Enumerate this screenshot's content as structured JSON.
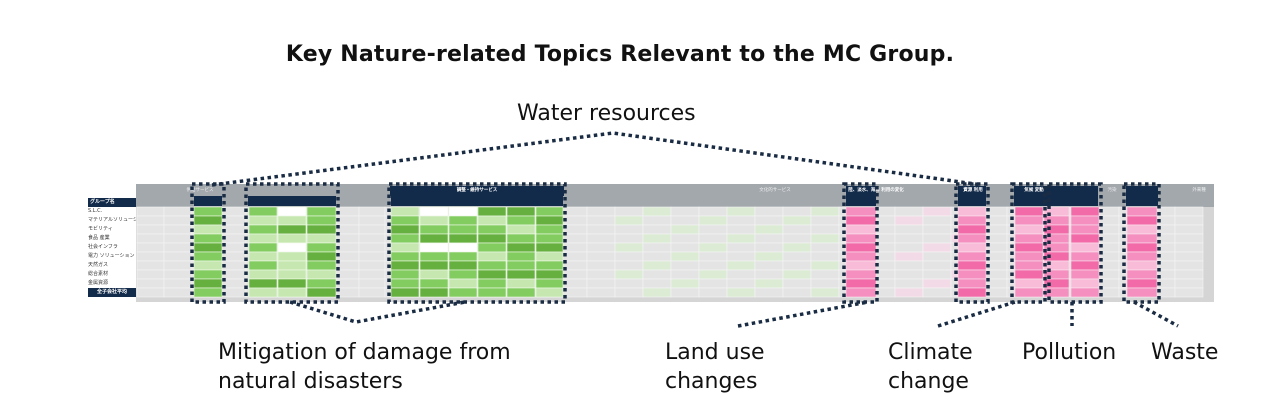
{
  "title": "Key Nature-related Topics Relevant to the MC Group.",
  "labels": {
    "water": "Water resources",
    "mitigation_line1": "Mitigation of damage from",
    "mitigation_line2": "natural disasters",
    "land_line1": "Land use",
    "land_line2": "changes",
    "climate_line1": "Climate",
    "climate_line2": "change",
    "pollution": "Pollution",
    "waste": "Waste"
  },
  "matrix": {
    "group_header": "グループ名",
    "rows": [
      "S.L.C.",
      "マテリアルソリューション",
      "モビリティ",
      "食品 産業",
      "社会インフラ",
      "電力 ソリューション",
      "天然ガス",
      "総合素材",
      "金属資源"
    ],
    "total_row": "全子会社平均",
    "banners": [
      {
        "text": "供給サービス",
        "style": "gray"
      },
      {
        "text": "調整・維持サービス",
        "style": "navy"
      },
      {
        "text": "文化的サービス",
        "style": "gray"
      },
      {
        "text": "陸、淡水、海洋 利用の変化",
        "style": "navy"
      },
      {
        "text": "資源 利用",
        "style": "navy"
      },
      {
        "text": "気候 変動",
        "style": "navy"
      },
      {
        "text": "汚染",
        "style": "gray"
      },
      {
        "text": "外来種",
        "style": "gray"
      }
    ],
    "colors": {
      "green_dark": "#66b040",
      "green_mid": "#82cc60",
      "green_light": "#c6e8b0",
      "green_white": "#ffffff",
      "pink_dark": "#f26aa8",
      "pink_mid": "#f58fbf",
      "pink_light": "#f9bcd8",
      "gray_cell": "#e4e4e4",
      "header_gray": "#a3a8ad",
      "header_navy": "#132b4a",
      "dot_navy": "#1a2c44"
    }
  }
}
